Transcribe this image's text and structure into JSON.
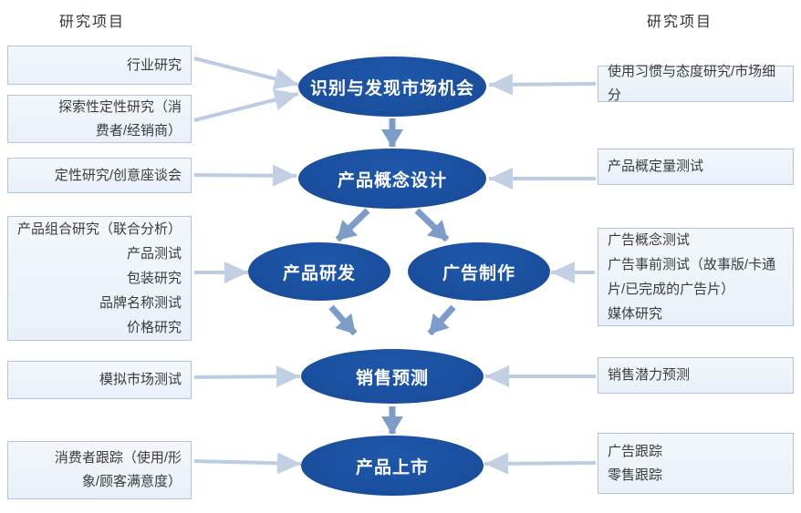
{
  "headers": {
    "left": "研究项目",
    "right": "研究项目"
  },
  "left_boxes": [
    {
      "id": "industry-research",
      "text": "行业研究"
    },
    {
      "id": "exploratory-qualitative",
      "text": "探索性定性研究（消\n费者/经销商）"
    },
    {
      "id": "qualitative-brainstorm",
      "text": "定性研究/创意座谈会"
    },
    {
      "id": "product-mix-research",
      "text": "产品组合研究（联合分析）\n产品测试\n包装研究\n品牌名称测试\n价格研究"
    },
    {
      "id": "simulated-market-test",
      "text": "模拟市场测试"
    },
    {
      "id": "consumer-tracking",
      "text": "消费者跟踪（使用/形\n象/顾客满意度）"
    }
  ],
  "right_boxes": [
    {
      "id": "usage-attitude-research",
      "text": "使用习惯与态度研究/市场细分"
    },
    {
      "id": "concept-quant-test",
      "text": "产品概定量测试"
    },
    {
      "id": "ad-research",
      "text": "广告概念测试\n广告事前测试（故事版/卡通\n片/已完成的广告片）\n媒体研究"
    },
    {
      "id": "sales-potential-forecast",
      "text": "销售潜力预测"
    },
    {
      "id": "ad-retail-tracking",
      "text": "广告跟踪\n零售跟踪"
    }
  ],
  "stages": [
    {
      "id": "identify-market-opportunity",
      "text": "识别与发现市场机会"
    },
    {
      "id": "product-concept-design",
      "text": "产品概念设计"
    },
    {
      "id": "product-development",
      "text": "产品研发"
    },
    {
      "id": "ad-production",
      "text": "广告制作"
    },
    {
      "id": "sales-forecast",
      "text": "销售预测"
    },
    {
      "id": "product-launch",
      "text": "产品上市"
    }
  ],
  "connections": [
    {
      "from": "行业研究",
      "to": "识别与发现市场机会"
    },
    {
      "from": "探索性定性研究（消费者/经销商）",
      "to": "识别与发现市场机会"
    },
    {
      "from": "使用习惯与态度研究/市场细分",
      "to": "识别与发现市场机会"
    },
    {
      "from": "识别与发现市场机会",
      "to": "产品概念设计"
    },
    {
      "from": "定性研究/创意座谈会",
      "to": "产品概念设计"
    },
    {
      "from": "产品概定量测试",
      "to": "产品概念设计"
    },
    {
      "from": "产品概念设计",
      "to": "产品研发"
    },
    {
      "from": "产品概念设计",
      "to": "广告制作"
    },
    {
      "from": "产品组合研究（联合分析）产品测试 包装研究 品牌名称测试 价格研究",
      "to": "产品研发"
    },
    {
      "from": "广告概念测试 广告事前测试（故事版/卡通片/已完成的广告片）媒体研究",
      "to": "广告制作"
    },
    {
      "from": "产品研发",
      "to": "销售预测"
    },
    {
      "from": "广告制作",
      "to": "销售预测"
    },
    {
      "from": "模拟市场测试",
      "to": "销售预测"
    },
    {
      "from": "销售潜力预测",
      "to": "销售预测"
    },
    {
      "from": "销售预测",
      "to": "产品上市"
    },
    {
      "from": "消费者跟踪（使用/形象/顾客满意度）",
      "to": "产品上市"
    },
    {
      "from": "广告跟踪 零售跟踪",
      "to": "产品上市"
    }
  ],
  "colors": {
    "stage_fill": "#1a4f9e",
    "stage_text": "#ffffff",
    "box_fill": "#edf3fa",
    "box_border": "#b3c4d8",
    "side_arrow": "#bdcce3",
    "flow_arrow": "#7d9cc8"
  }
}
